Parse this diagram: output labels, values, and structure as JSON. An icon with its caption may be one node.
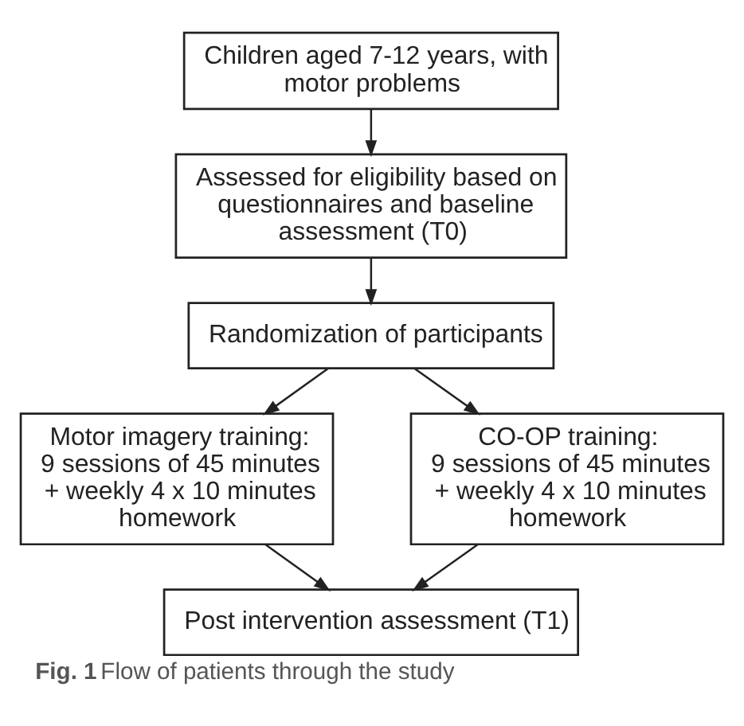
{
  "diagram": {
    "caption": "**Fig. 1** Flow of patients through the study",
    "nodes": [
      {
        "text": [
          "Children aged 7-12 years, with motor problems"
        ]
      },
      {
        "text": [
          "Assessed for eligibility based on questionnaires and baseline assessment (T0)"
        ]
      },
      {
        "text": [
          "Randomization of participants"
        ]
      },
      {
        "text": [
          "Motor imagery training:",
          "9 sessions of 45 minutes + weekly 4 x 10 minutes homework"
        ]
      },
      {
        "text": [
          "CO-OP training:",
          "9 sessions of 45 minutes + weekly 4 x 10 minutes homework"
        ]
      },
      {
        "text": [
          "Post intervention assessment (T1)"
        ]
      }
    ],
    "edges": [
      {
        "from": 0,
        "to": 1,
        "arrow": "to"
      },
      {
        "from": 1,
        "to": 2,
        "arrow": "to"
      },
      {
        "from": 2,
        "to": 3,
        "arrow": "to"
      },
      {
        "from": 2,
        "to": 4,
        "arrow": "to"
      },
      {
        "from": 3,
        "to": 5,
        "arrow": "to"
      },
      {
        "from": 4,
        "to": 5,
        "arrow": "to"
      }
    ]
  }
}
